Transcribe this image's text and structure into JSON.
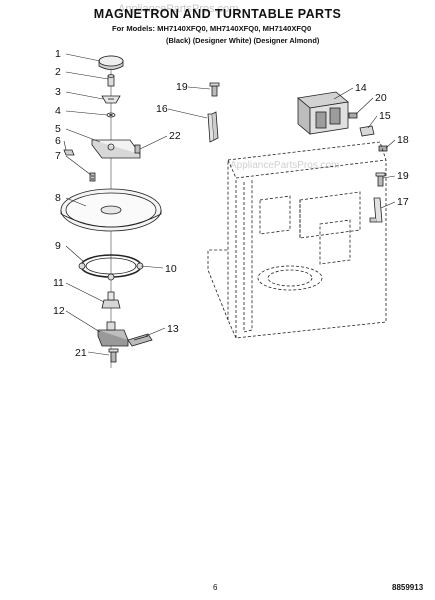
{
  "header": {
    "watermark": "AppliancePartsPros.com",
    "title": "MAGNETRON AND TURNTABLE PARTS",
    "models": "For Models: MH7140XFQ0, MH7140XFQ0, MH7140XFQ0",
    "colors": "(Black) (Designer White) (Designer Almond)"
  },
  "footer": {
    "page_number": "6",
    "doc_number": "8859913"
  },
  "callouts": [
    "1",
    "2",
    "3",
    "4",
    "5",
    "6",
    "7",
    "8",
    "9",
    "10",
    "11",
    "12",
    "13",
    "14",
    "15",
    "16",
    "17",
    "18",
    "19",
    "19",
    "20",
    "21",
    "22"
  ]
}
